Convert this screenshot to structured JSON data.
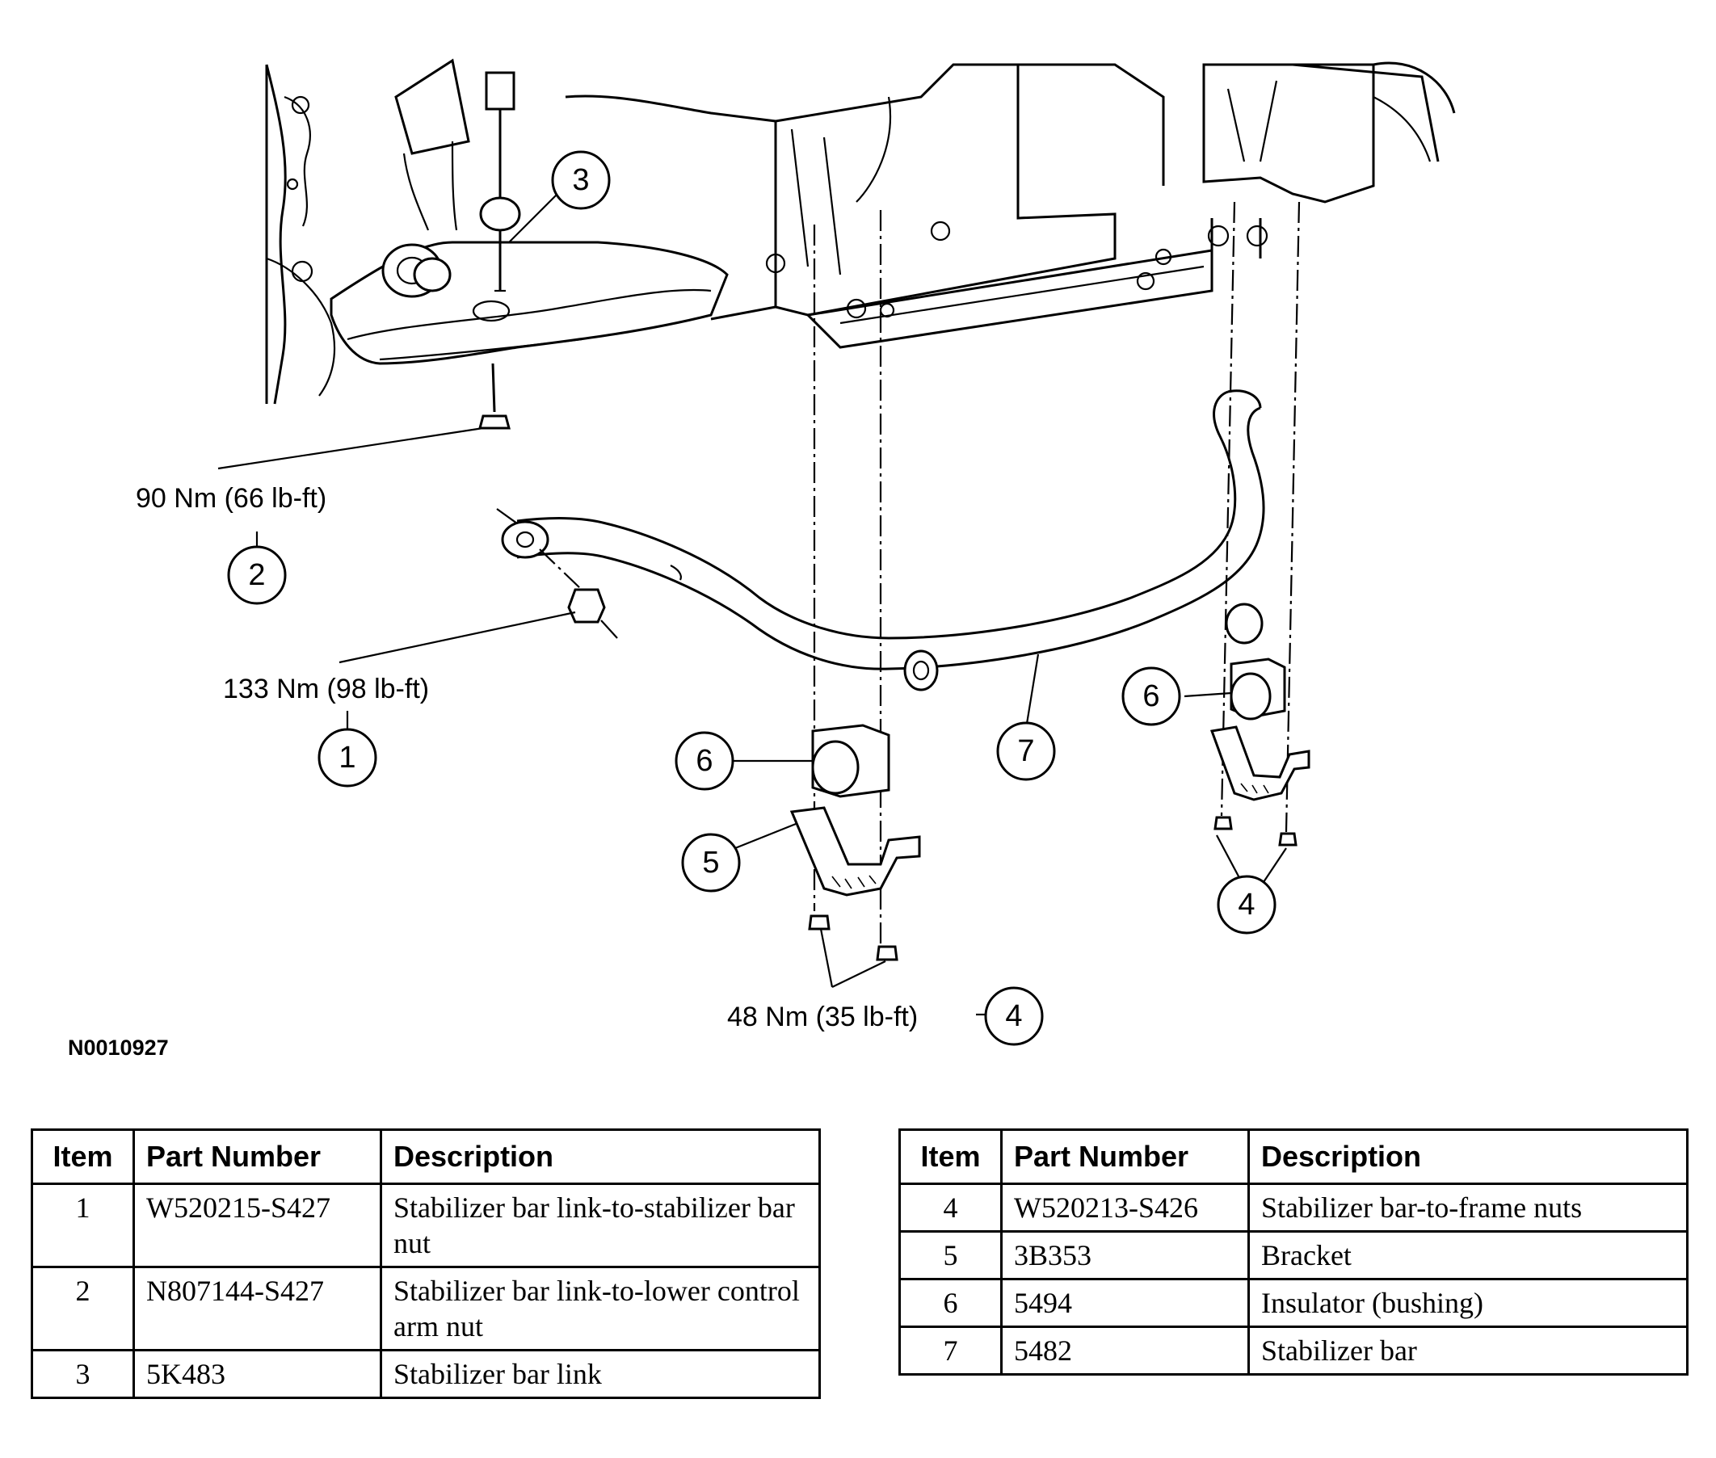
{
  "figure_id": "N0010927",
  "callouts": {
    "c1": "1",
    "c2": "2",
    "c3": "3",
    "c4_bottom": "4",
    "c4_right": "4",
    "c5": "5",
    "c6_left": "6",
    "c6_right": "6",
    "c7": "7"
  },
  "torque_specs": {
    "link_lower_arm_nut": "90 Nm (66 lb-ft)",
    "link_bar_nut": "133 Nm (98 lb-ft)",
    "frame_nuts": "48 Nm (35 lb-ft)"
  },
  "tables": {
    "headers": {
      "item": "Item",
      "part_number": "Part Number",
      "description": "Description"
    },
    "left_rows": [
      {
        "item": "1",
        "part_number": "W520215-S427",
        "description": "Stabilizer bar link-to-stabilizer bar nut"
      },
      {
        "item": "2",
        "part_number": "N807144-S427",
        "description": "Stabilizer bar link-to-lower control arm nut"
      },
      {
        "item": "3",
        "part_number": "5K483",
        "description": "Stabilizer bar link"
      }
    ],
    "right_rows": [
      {
        "item": "4",
        "part_number": "W520213-S426",
        "description": "Stabilizer bar-to-frame nuts"
      },
      {
        "item": "5",
        "part_number": "3B353",
        "description": "Bracket"
      },
      {
        "item": "6",
        "part_number": "5494",
        "description": "Insulator (bushing)"
      },
      {
        "item": "7",
        "part_number": "5482",
        "description": "Stabilizer bar"
      }
    ]
  }
}
